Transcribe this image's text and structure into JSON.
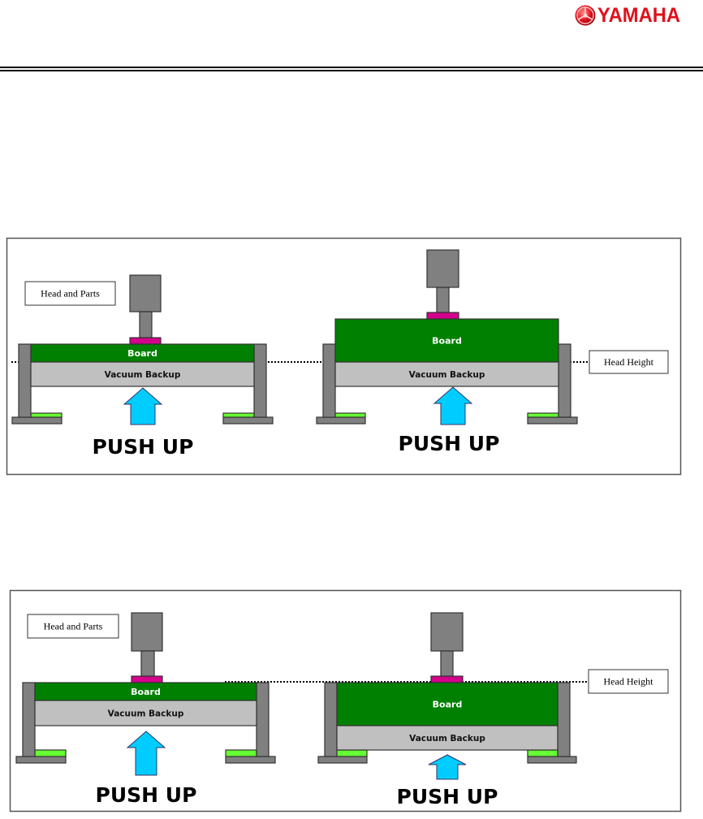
{
  "header": {
    "logo_text": "YAMAHA",
    "logo_icon": "tuning-fork-emblem-icon"
  },
  "colors": {
    "logo_red": "#e0101a",
    "board_green": "#008000",
    "vacuum_gray": "#c0c0c0",
    "post_gray": "#808080",
    "part_magenta": "#d4008c",
    "pad_green": "#66ff33",
    "arrow_cyan": "#00ccff"
  },
  "diagrams": [
    {
      "name": "thin-board-comparison",
      "left": {
        "callout": "Head and Parts",
        "board_label": "Board",
        "vacuum_label": "Vacuum Backup",
        "push_label": "PUSH UP"
      },
      "right": {
        "callout": "Head Height",
        "board_label": "Board",
        "vacuum_label": "Vacuum Backup",
        "push_label": "PUSH UP"
      }
    },
    {
      "name": "thick-board-comparison",
      "left": {
        "callout": "Head and Parts",
        "board_label": "Board",
        "vacuum_label": "Vacuum Backup",
        "push_label": "PUSH UP"
      },
      "right": {
        "callout": "Head Height",
        "board_label": "Board",
        "vacuum_label": "Vacuum Backup",
        "push_label": "PUSH UP"
      }
    }
  ]
}
